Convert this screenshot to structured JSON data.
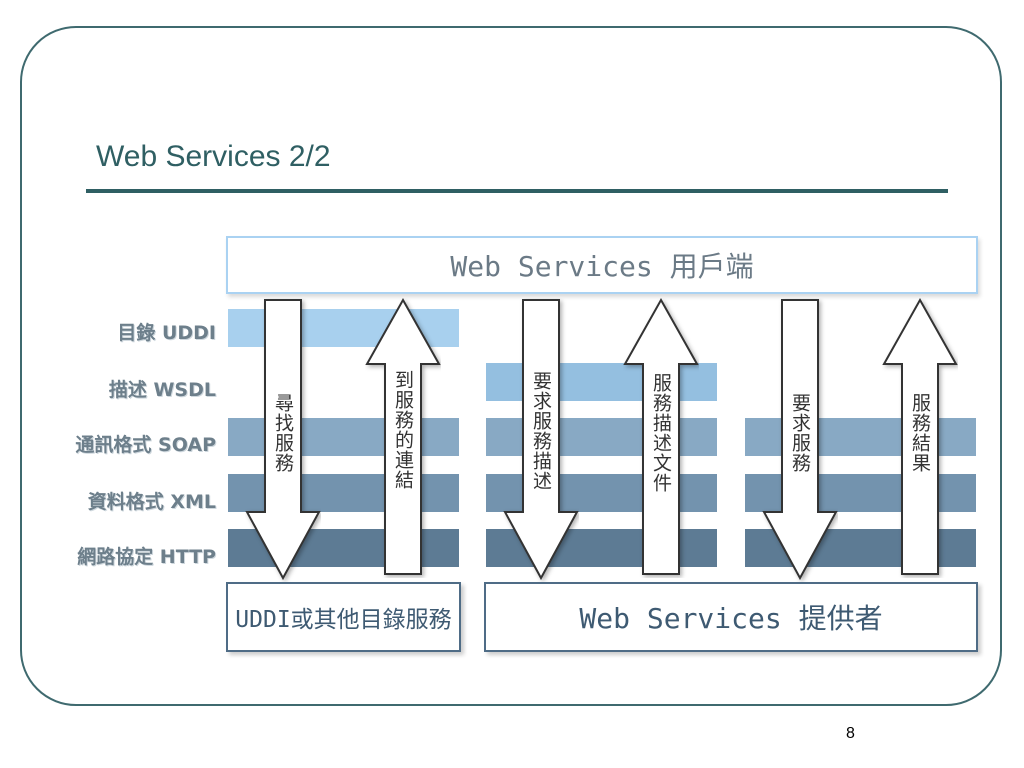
{
  "slide": {
    "title": "Web Services 2/2",
    "page_number": "8"
  },
  "diagram": {
    "client_box": "Web Services 用戶端",
    "registry_box": "UDDI或其他目錄服務",
    "provider_box": "Web Services 提供者",
    "layers": [
      {
        "label": "目錄 UDDI"
      },
      {
        "label": "描述 WSDL"
      },
      {
        "label": "通訊格式 SOAP"
      },
      {
        "label": "資料格式 XML"
      },
      {
        "label": "網路協定 HTTP"
      }
    ],
    "arrows": [
      {
        "direction": "down",
        "text": "尋找服務"
      },
      {
        "direction": "up",
        "text": "到服務的連結"
      },
      {
        "direction": "down",
        "text": "要求服務描述"
      },
      {
        "direction": "up",
        "text": "服務描述文件"
      },
      {
        "direction": "down",
        "text": "要求服務"
      },
      {
        "direction": "up",
        "text": "服務結果"
      }
    ],
    "colors": {
      "frame": "#3f6a6f",
      "title": "#2f5f63",
      "uddi": "#a8d0ee",
      "wsdl": "#94bfe0",
      "soap": "#88a9c4",
      "xml": "#7393ae",
      "http": "#5d7b94"
    }
  }
}
